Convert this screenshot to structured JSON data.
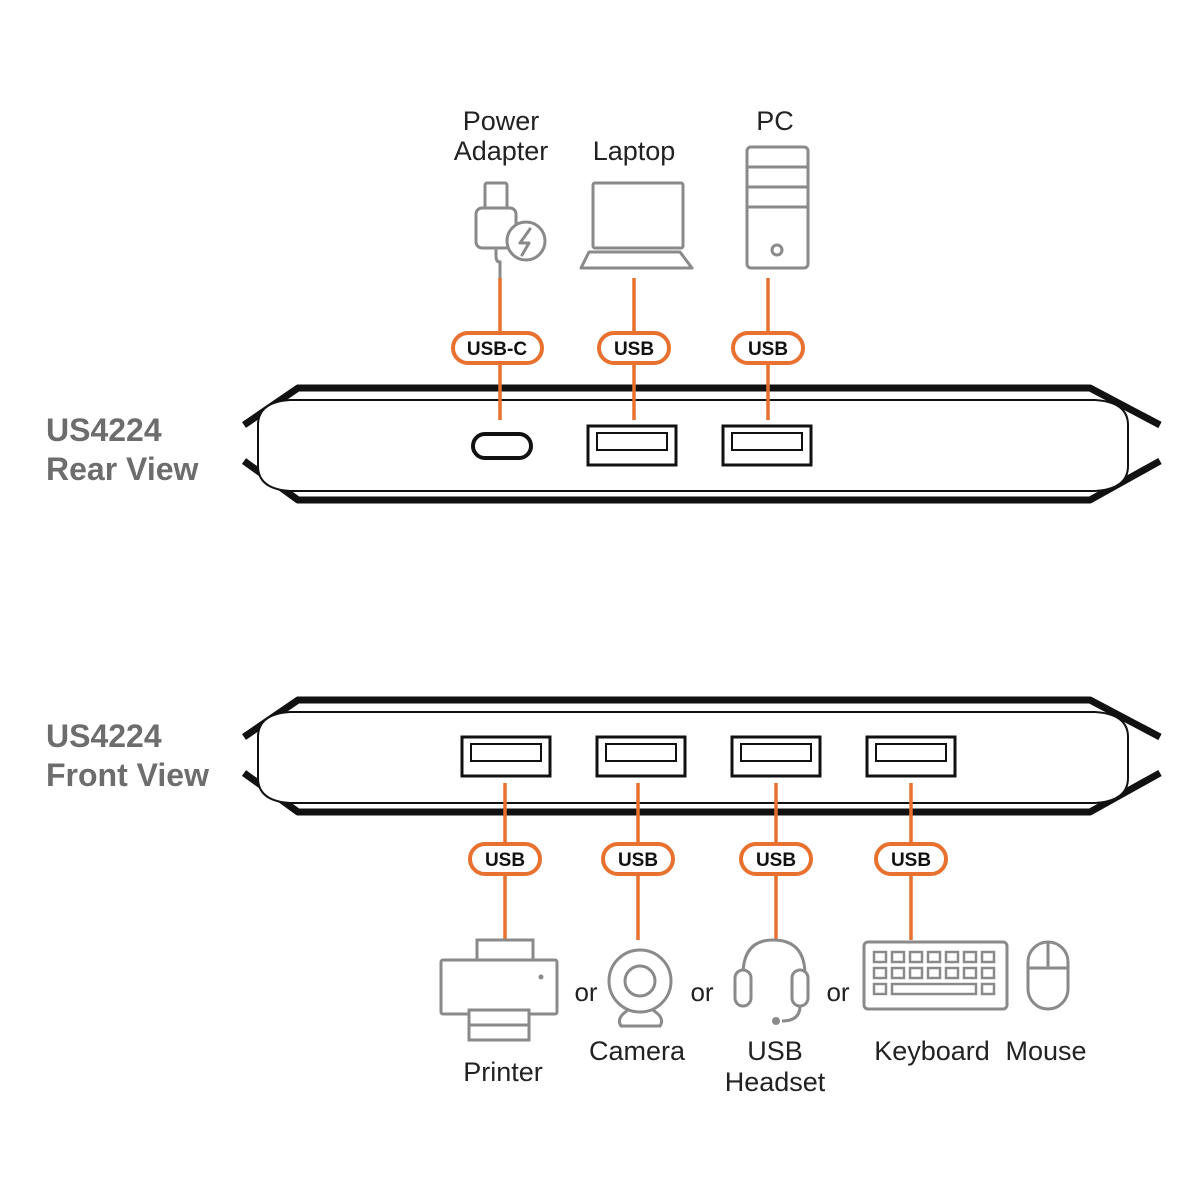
{
  "rear": {
    "title_line1": "US4224",
    "title_line2": "Rear View",
    "devices": {
      "power": {
        "label_line1": "Power",
        "label_line2": "Adapter",
        "icon": "power-adapter-icon",
        "connector": "USB-C"
      },
      "laptop": {
        "label": "Laptop",
        "icon": "laptop-icon",
        "connector": "USB"
      },
      "pc": {
        "label": "PC",
        "icon": "pc-tower-icon",
        "connector": "USB"
      }
    }
  },
  "front": {
    "title_line1": "US4224",
    "title_line2": "Front View",
    "ports": [
      {
        "connector": "USB"
      },
      {
        "connector": "USB"
      },
      {
        "connector": "USB"
      },
      {
        "connector": "USB"
      }
    ],
    "devices": {
      "printer": {
        "label": "Printer",
        "icon": "printer-icon"
      },
      "camera": {
        "label": "Camera",
        "icon": "webcam-icon"
      },
      "headset": {
        "label_line1": "USB",
        "label_line2": "Headset",
        "icon": "headset-icon"
      },
      "keyboard": {
        "label": "Keyboard",
        "icon": "keyboard-icon"
      },
      "mouse": {
        "label": "Mouse",
        "icon": "mouse-icon"
      }
    },
    "or_1": "or",
    "or_2": "or",
    "or_3": "or"
  },
  "colors": {
    "accent": "#e8712f",
    "device_gray": "#8a8a8a",
    "title_gray": "#6d6d6d",
    "outline": "#111111"
  }
}
